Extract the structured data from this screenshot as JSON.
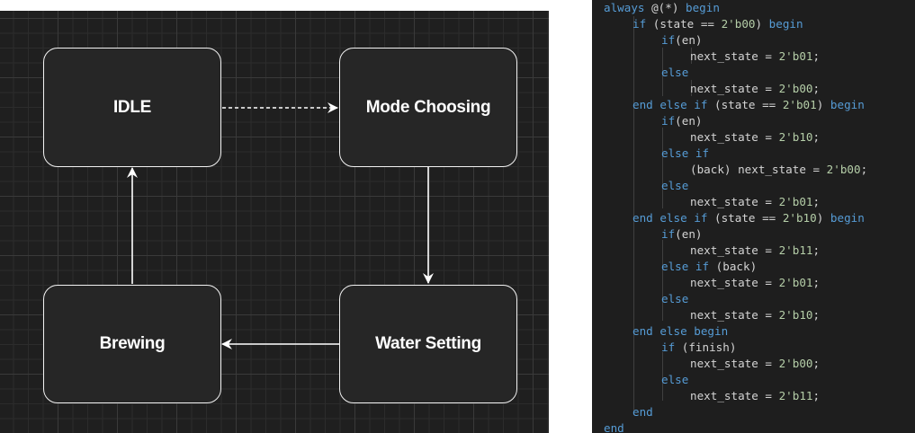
{
  "diagram": {
    "states": [
      {
        "id": "idle",
        "label": "IDLE"
      },
      {
        "id": "mode-choosing",
        "label": "Mode Choosing"
      },
      {
        "id": "water-setting",
        "label": "Water Setting"
      },
      {
        "id": "brewing",
        "label": "Brewing"
      }
    ],
    "transitions": [
      {
        "from": "idle",
        "to": "mode-choosing",
        "style": "dashed"
      },
      {
        "from": "mode-choosing",
        "to": "water-setting",
        "style": "solid"
      },
      {
        "from": "water-setting",
        "to": "brewing",
        "style": "solid"
      },
      {
        "from": "brewing",
        "to": "idle",
        "style": "solid"
      }
    ]
  },
  "code": {
    "colors": {
      "keyword": "#569cd6",
      "text": "#d4d4d4",
      "number": "#b5cea8",
      "control": "#c586c0",
      "background": "#1e1e1e"
    },
    "lines": [
      {
        "indent": 0,
        "tokens": [
          {
            "t": "always",
            "c": "keyword"
          },
          {
            "t": " @(*) ",
            "c": "text"
          },
          {
            "t": "begin",
            "c": "keyword"
          }
        ]
      },
      {
        "indent": 1,
        "tokens": [
          {
            "t": "if",
            "c": "keyword"
          },
          {
            "t": " (state == ",
            "c": "text"
          },
          {
            "t": "2'b00",
            "c": "number"
          },
          {
            "t": ") ",
            "c": "text"
          },
          {
            "t": "begin",
            "c": "keyword"
          }
        ]
      },
      {
        "indent": 2,
        "tokens": [
          {
            "t": "if",
            "c": "keyword"
          },
          {
            "t": "(en)",
            "c": "text"
          }
        ]
      },
      {
        "indent": 3,
        "tokens": [
          {
            "t": "next_state = ",
            "c": "text"
          },
          {
            "t": "2'b01",
            "c": "number"
          },
          {
            "t": ";",
            "c": "text"
          }
        ]
      },
      {
        "indent": 2,
        "tokens": [
          {
            "t": "else",
            "c": "keyword"
          }
        ]
      },
      {
        "indent": 3,
        "tokens": [
          {
            "t": "next_state = ",
            "c": "text"
          },
          {
            "t": "2'b00",
            "c": "number"
          },
          {
            "t": ";",
            "c": "text"
          }
        ]
      },
      {
        "indent": 1,
        "tokens": [
          {
            "t": "end else if",
            "c": "keyword"
          },
          {
            "t": " (state == ",
            "c": "text"
          },
          {
            "t": "2'b01",
            "c": "number"
          },
          {
            "t": ") ",
            "c": "text"
          },
          {
            "t": "begin",
            "c": "keyword"
          }
        ]
      },
      {
        "indent": 2,
        "tokens": [
          {
            "t": "if",
            "c": "keyword"
          },
          {
            "t": "(en)",
            "c": "text"
          }
        ]
      },
      {
        "indent": 3,
        "tokens": [
          {
            "t": "next_state = ",
            "c": "text"
          },
          {
            "t": "2'b10",
            "c": "number"
          },
          {
            "t": ";",
            "c": "text"
          }
        ]
      },
      {
        "indent": 2,
        "tokens": [
          {
            "t": "else if",
            "c": "keyword"
          }
        ]
      },
      {
        "indent": 3,
        "tokens": [
          {
            "t": "(back) next_state = ",
            "c": "text"
          },
          {
            "t": "2'b00",
            "c": "number"
          },
          {
            "t": ";",
            "c": "text"
          }
        ]
      },
      {
        "indent": 2,
        "tokens": [
          {
            "t": "else",
            "c": "keyword"
          }
        ]
      },
      {
        "indent": 3,
        "tokens": [
          {
            "t": "next_state = ",
            "c": "text"
          },
          {
            "t": "2'b01",
            "c": "number"
          },
          {
            "t": ";",
            "c": "text"
          }
        ]
      },
      {
        "indent": 1,
        "tokens": [
          {
            "t": "end else if",
            "c": "keyword"
          },
          {
            "t": " (state == ",
            "c": "text"
          },
          {
            "t": "2'b10",
            "c": "number"
          },
          {
            "t": ") ",
            "c": "text"
          },
          {
            "t": "begin",
            "c": "keyword"
          }
        ]
      },
      {
        "indent": 2,
        "tokens": [
          {
            "t": "if",
            "c": "keyword"
          },
          {
            "t": "(en)",
            "c": "text"
          }
        ]
      },
      {
        "indent": 3,
        "tokens": [
          {
            "t": "next_state = ",
            "c": "text"
          },
          {
            "t": "2'b11",
            "c": "number"
          },
          {
            "t": ";",
            "c": "text"
          }
        ]
      },
      {
        "indent": 2,
        "tokens": [
          {
            "t": "else if",
            "c": "keyword"
          },
          {
            "t": " (back)",
            "c": "text"
          }
        ]
      },
      {
        "indent": 3,
        "tokens": [
          {
            "t": "next_state = ",
            "c": "text"
          },
          {
            "t": "2'b01",
            "c": "number"
          },
          {
            "t": ";",
            "c": "text"
          }
        ]
      },
      {
        "indent": 2,
        "tokens": [
          {
            "t": "else",
            "c": "keyword"
          }
        ]
      },
      {
        "indent": 3,
        "tokens": [
          {
            "t": "next_state = ",
            "c": "text"
          },
          {
            "t": "2'b10",
            "c": "number"
          },
          {
            "t": ";",
            "c": "text"
          }
        ]
      },
      {
        "indent": 1,
        "tokens": [
          {
            "t": "end else begin",
            "c": "keyword"
          }
        ]
      },
      {
        "indent": 2,
        "tokens": [
          {
            "t": "if",
            "c": "keyword"
          },
          {
            "t": " (finish)",
            "c": "text"
          }
        ]
      },
      {
        "indent": 3,
        "tokens": [
          {
            "t": "next_state = ",
            "c": "text"
          },
          {
            "t": "2'b00",
            "c": "number"
          },
          {
            "t": ";",
            "c": "text"
          }
        ]
      },
      {
        "indent": 2,
        "tokens": [
          {
            "t": "else",
            "c": "keyword"
          }
        ]
      },
      {
        "indent": 3,
        "tokens": [
          {
            "t": "next_state = ",
            "c": "text"
          },
          {
            "t": "2'b11",
            "c": "number"
          },
          {
            "t": ";",
            "c": "text"
          }
        ]
      },
      {
        "indent": 1,
        "tokens": [
          {
            "t": "end",
            "c": "keyword"
          }
        ]
      },
      {
        "indent": 0,
        "tokens": [
          {
            "t": "end",
            "c": "keyword"
          }
        ]
      }
    ]
  }
}
